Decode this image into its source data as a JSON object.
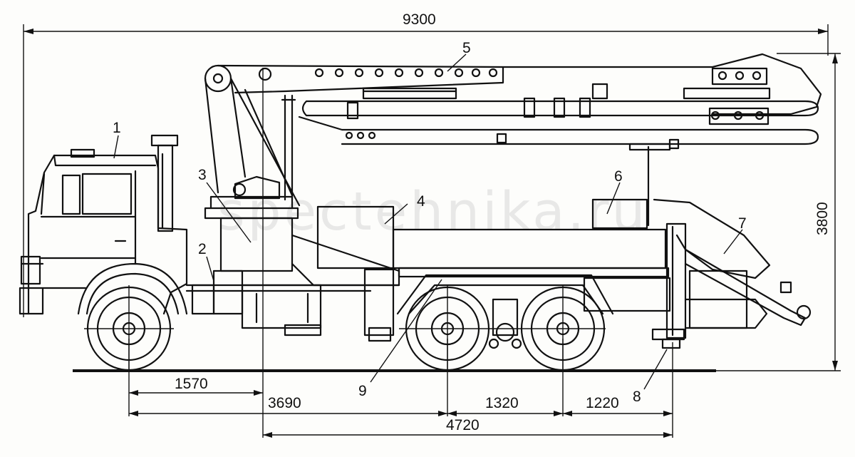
{
  "dimensions": {
    "overall_length": "9300",
    "overall_height": "3800",
    "front_axle_to_boom": "1570",
    "front_axle_to_bogie": "3690",
    "bogie_spacing": "1320",
    "rear_to_outrigger": "1220",
    "boom_to_outrigger": "4720"
  },
  "callouts": [
    "1",
    "2",
    "3",
    "4",
    "5",
    "6",
    "7",
    "8",
    "9"
  ],
  "watermark": "spectehnika.ru"
}
